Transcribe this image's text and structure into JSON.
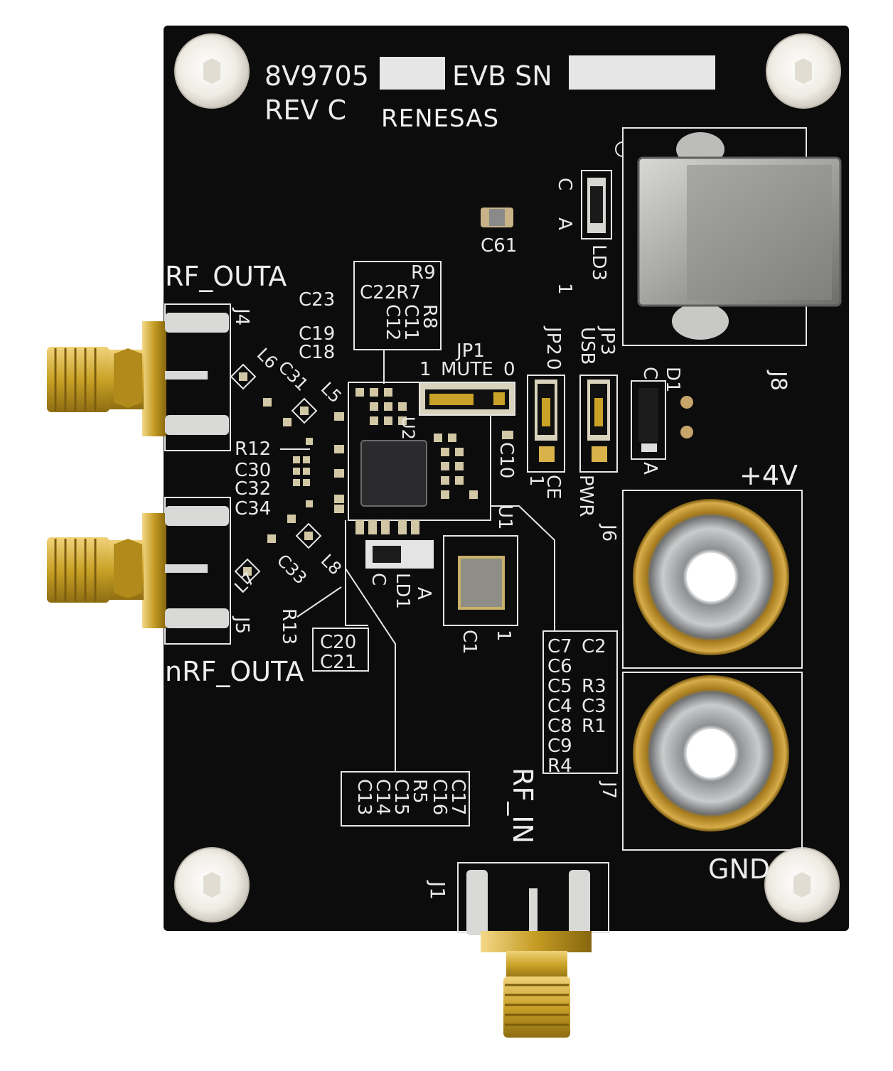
{
  "board": {
    "part_number": "8V9705",
    "evb_label": "EVB SN",
    "revision": "REV C",
    "brand": "RENESAS"
  },
  "connectors": {
    "rf_outa": "RF_OUTA",
    "nrf_outa": "nRF_OUTA",
    "rf_in": "RF_IN",
    "j1": "J1",
    "j4": "J4",
    "j5": "J5",
    "j6": "J6",
    "j7": "J7",
    "j8": "J8",
    "plus4v": "+4V",
    "gnd": "GND"
  },
  "jumpers": {
    "jp1": "JP1",
    "mute": "MUTE",
    "jp1_left": "1",
    "jp1_right": "0",
    "jp2": "JP2",
    "jp2_zero": "0",
    "jp2_one": "1",
    "ce": "CE",
    "jp3": "JP3",
    "usb": "USB",
    "pwr": "PWR"
  },
  "leds": {
    "ld1": "LD1",
    "ld1_c": "C",
    "ld1_a": "A",
    "ld3": "LD3",
    "ld3_c": "C",
    "ld3_a": "A",
    "ld3_pin": "1",
    "d1": "D1",
    "d1_c": "C",
    "d1_a": "A"
  },
  "refdes": {
    "c61": "C61",
    "c23": "C23",
    "c19": "C19",
    "c18": "C18",
    "r9": "R9",
    "c22r7": "C22R7",
    "r8": "R8",
    "c11": "C11",
    "c12": "C12",
    "l6": "L6",
    "c31": "C31",
    "l5": "L5",
    "r12": "R12",
    "c30": "C30",
    "c32": "C32",
    "c34": "C34",
    "l7": "L7",
    "c33": "C33",
    "l8": "L8",
    "r13": "R13",
    "c20": "C20",
    "c21": "C21",
    "u2": "U2",
    "u1": "U1",
    "c10": "C10",
    "c1": "C1",
    "c1_pin": "1",
    "c7": "C7",
    "c2": "C2",
    "c6": "C6",
    "c5": "C5",
    "r3": "R3",
    "c4": "C4",
    "c3": "C3",
    "c8": "C8",
    "r1": "R1",
    "c9": "C9",
    "r4": "R4",
    "c17": "C17",
    "c16": "C16",
    "r5": "R5",
    "c15": "C15",
    "c14": "C14",
    "c13": "C13"
  },
  "colors": {
    "pcb": "#0c0c0c",
    "silkscreen": "#e9e9e9",
    "gold": "#c9a227",
    "pad_gold": "#c8a56a",
    "metal": "#9b9ea2"
  }
}
